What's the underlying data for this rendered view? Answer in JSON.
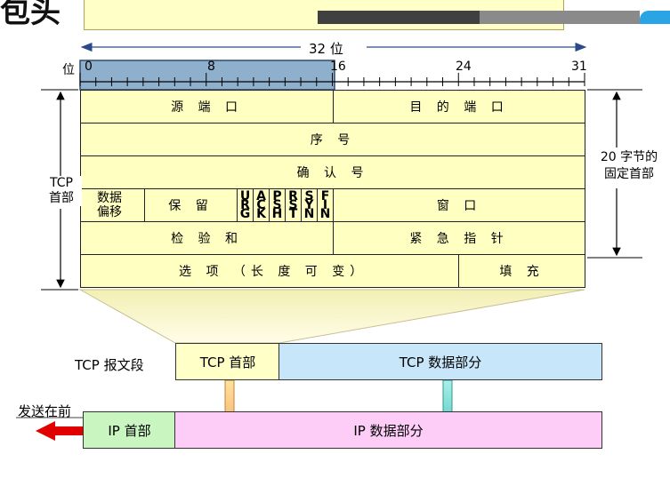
{
  "title": "包头",
  "ruler": {
    "width_label": "32 位",
    "bit_label": "位",
    "ticks": [
      "0",
      "8",
      "16",
      "24",
      "31"
    ]
  },
  "fields": {
    "src_port": "源 端 口",
    "dst_port": "目 的 端 口",
    "seq": "序 号",
    "ack": "确 认 号",
    "offset": "数据\n偏移",
    "reserved": "保 留",
    "flags": [
      [
        "U",
        "R",
        "G"
      ],
      [
        "A",
        "C",
        "K"
      ],
      [
        "P",
        "S",
        "H"
      ],
      [
        "R",
        "S",
        "T"
      ],
      [
        "S",
        "Y",
        "N"
      ],
      [
        "F",
        "I",
        "N"
      ]
    ],
    "window": "窗 口",
    "checksum": "检 验 和",
    "urgent": "紧 急 指 针",
    "options": "选 项 （长 度 可 变）",
    "padding": "填 充"
  },
  "side": {
    "tcp_header": "TCP\n首部",
    "fixed_header": "20 字节的\n固定首部"
  },
  "segments": {
    "tcp_segment_label": "TCP 报文段",
    "tcp_header": "TCP 首部",
    "tcp_data": "TCP 数据部分",
    "send_first": "发送在前",
    "ip_header": "IP 首部",
    "ip_data": "IP 数据部分"
  },
  "colors": {
    "header_fill": "#ffffc2",
    "tcp_data_fill": "#c8e6fa",
    "ip_header_fill": "#c8f5c0",
    "ip_data_fill": "#fdcdf8",
    "ruler_highlight": "#8fb0cc",
    "arrow_red": "#e00000"
  }
}
